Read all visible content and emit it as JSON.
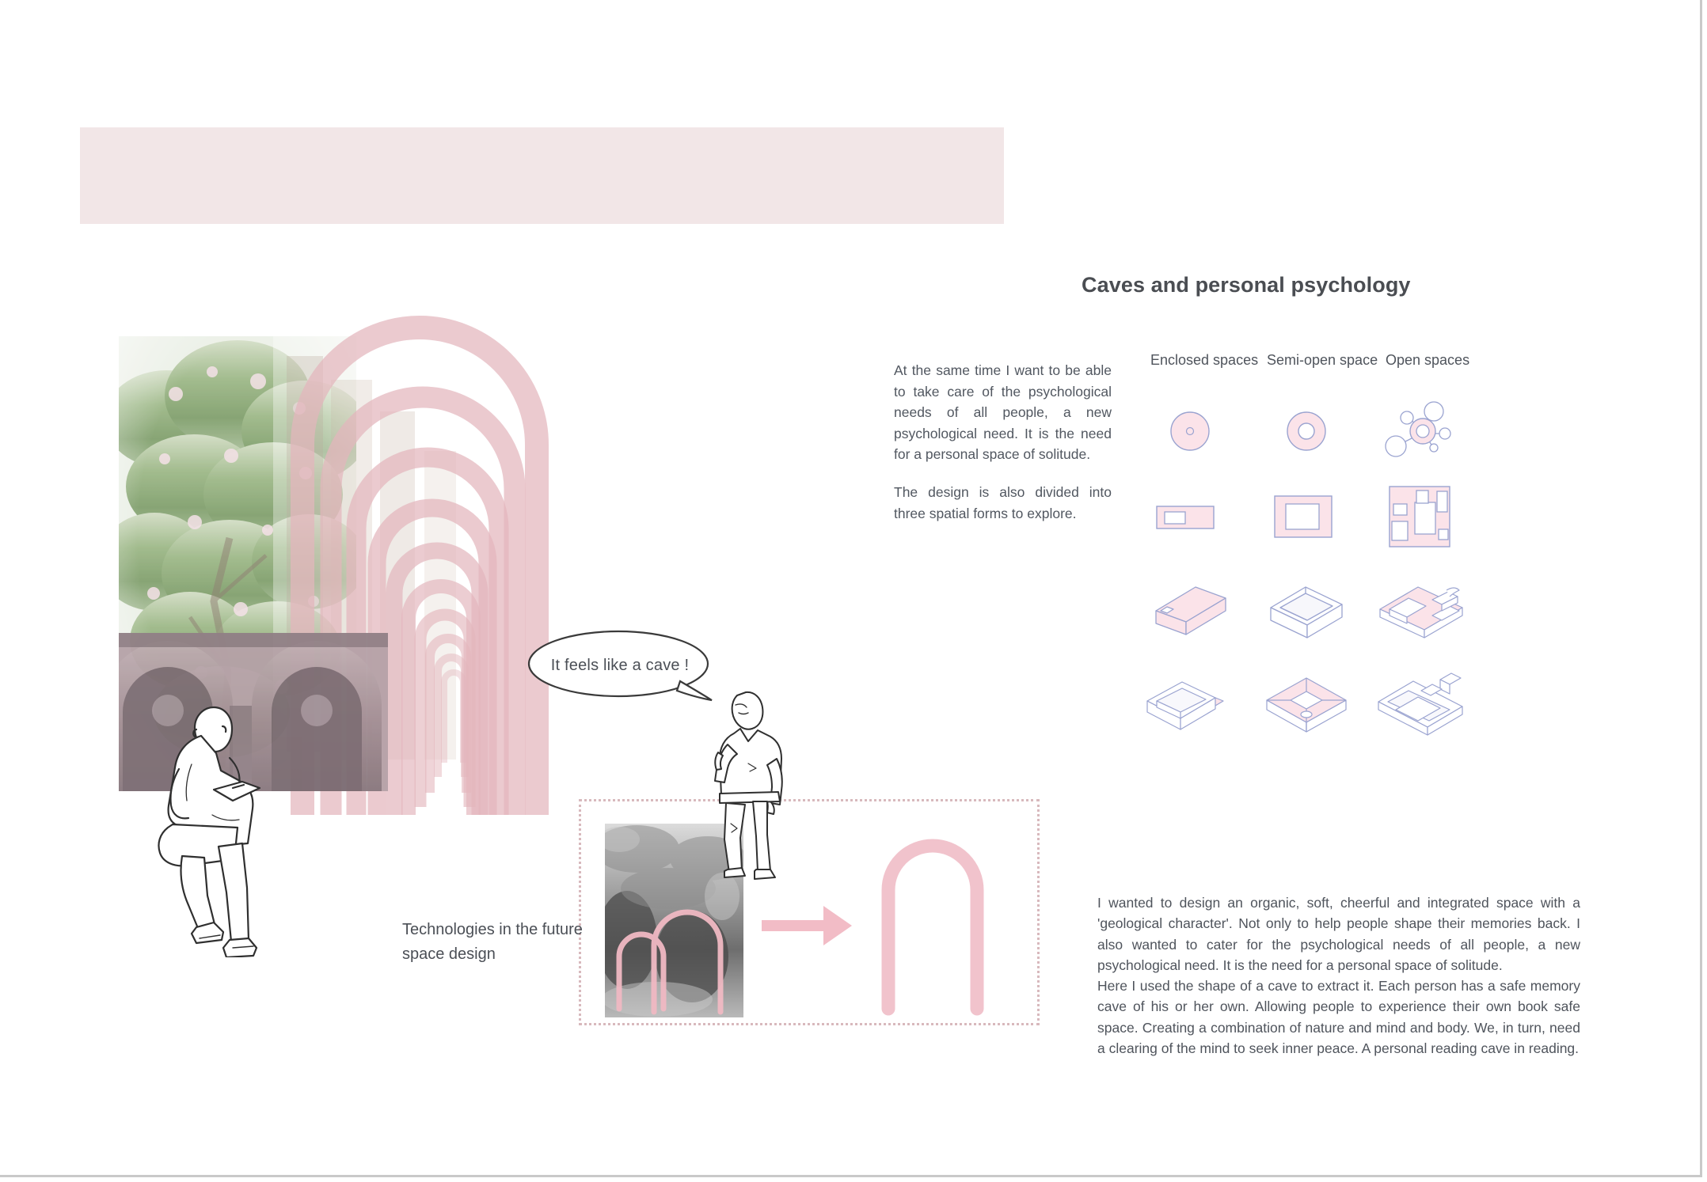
{
  "board": {
    "title": "Caves and personal psychology"
  },
  "banner": {
    "name": "top-pink-banner"
  },
  "montage": {
    "caption": "Technologies in the future space design",
    "speech_bubble": "It feels like a cave  !",
    "photo_alt_cloister": "cloister-arches-photo",
    "photo_alt_tree": "flowering-tree-photo",
    "figure_reading": "seated-reading-figure",
    "figure_standing": "standing-pointing-figure"
  },
  "derivation": {
    "source_label": "cave-photograph",
    "arrow_label": "transformation-arrow",
    "result_label": "abstracted-arch-form"
  },
  "intro": {
    "paragraph_1": "At the same time I want to be able to take care of the psychological needs of all people, a new psychological need. It is the need for a personal space of solitude.",
    "paragraph_2": "The design is also divided into three spatial forms to explore."
  },
  "matrix": {
    "columns": [
      "Enclosed spaces",
      "Semi-open space",
      "Open spaces"
    ],
    "rows": [
      {
        "name": "bubble-plan-diagrams",
        "cells": [
          "solid-circle-with-core",
          "ring-circle-with-void",
          "clustered-circles-network"
        ]
      },
      {
        "name": "plan-figure-ground-diagrams",
        "cells": [
          "wide-rectangle-single-void",
          "rectangle-large-central-void",
          "rectangle-many-voids"
        ]
      },
      {
        "name": "axonometric-volumes-row-1",
        "cells": [
          "linear-bar-volume",
          "open-tray-volume",
          "fragmented-slab-volume"
        ]
      },
      {
        "name": "axonometric-volumes-row-2",
        "cells": [
          "tray-with-ramp-volume",
          "courtyard-slab-volume",
          "grid-channel-volume"
        ]
      }
    ]
  },
  "closing": {
    "paragraph_1": "I wanted to design an organic, soft, cheerful and integrated space with a 'geological character'. Not only to help people shape their memories back. I also wanted to cater for the psychological needs of all people, a new psychological need. It is the need for a personal space of solitude.",
    "paragraph_2": "Here I used the shape of a cave to extract it. Each person has a safe memory cave of his or her own. Allowing people to experience their own book safe space. Creating a combination of nature and mind and body. We, in turn, need a clearing of the mind to seek inner peace. A personal reading cave in reading."
  },
  "colors": {
    "pink_banner": "#f2e6e7",
    "arch_pink": "#e3b5bc",
    "diagram_fill": "#fbe3e9",
    "diagram_stroke": "#9aa3d0",
    "text": "#4f545c",
    "title": "#4a4d52",
    "frame": "#c9c9c9"
  }
}
